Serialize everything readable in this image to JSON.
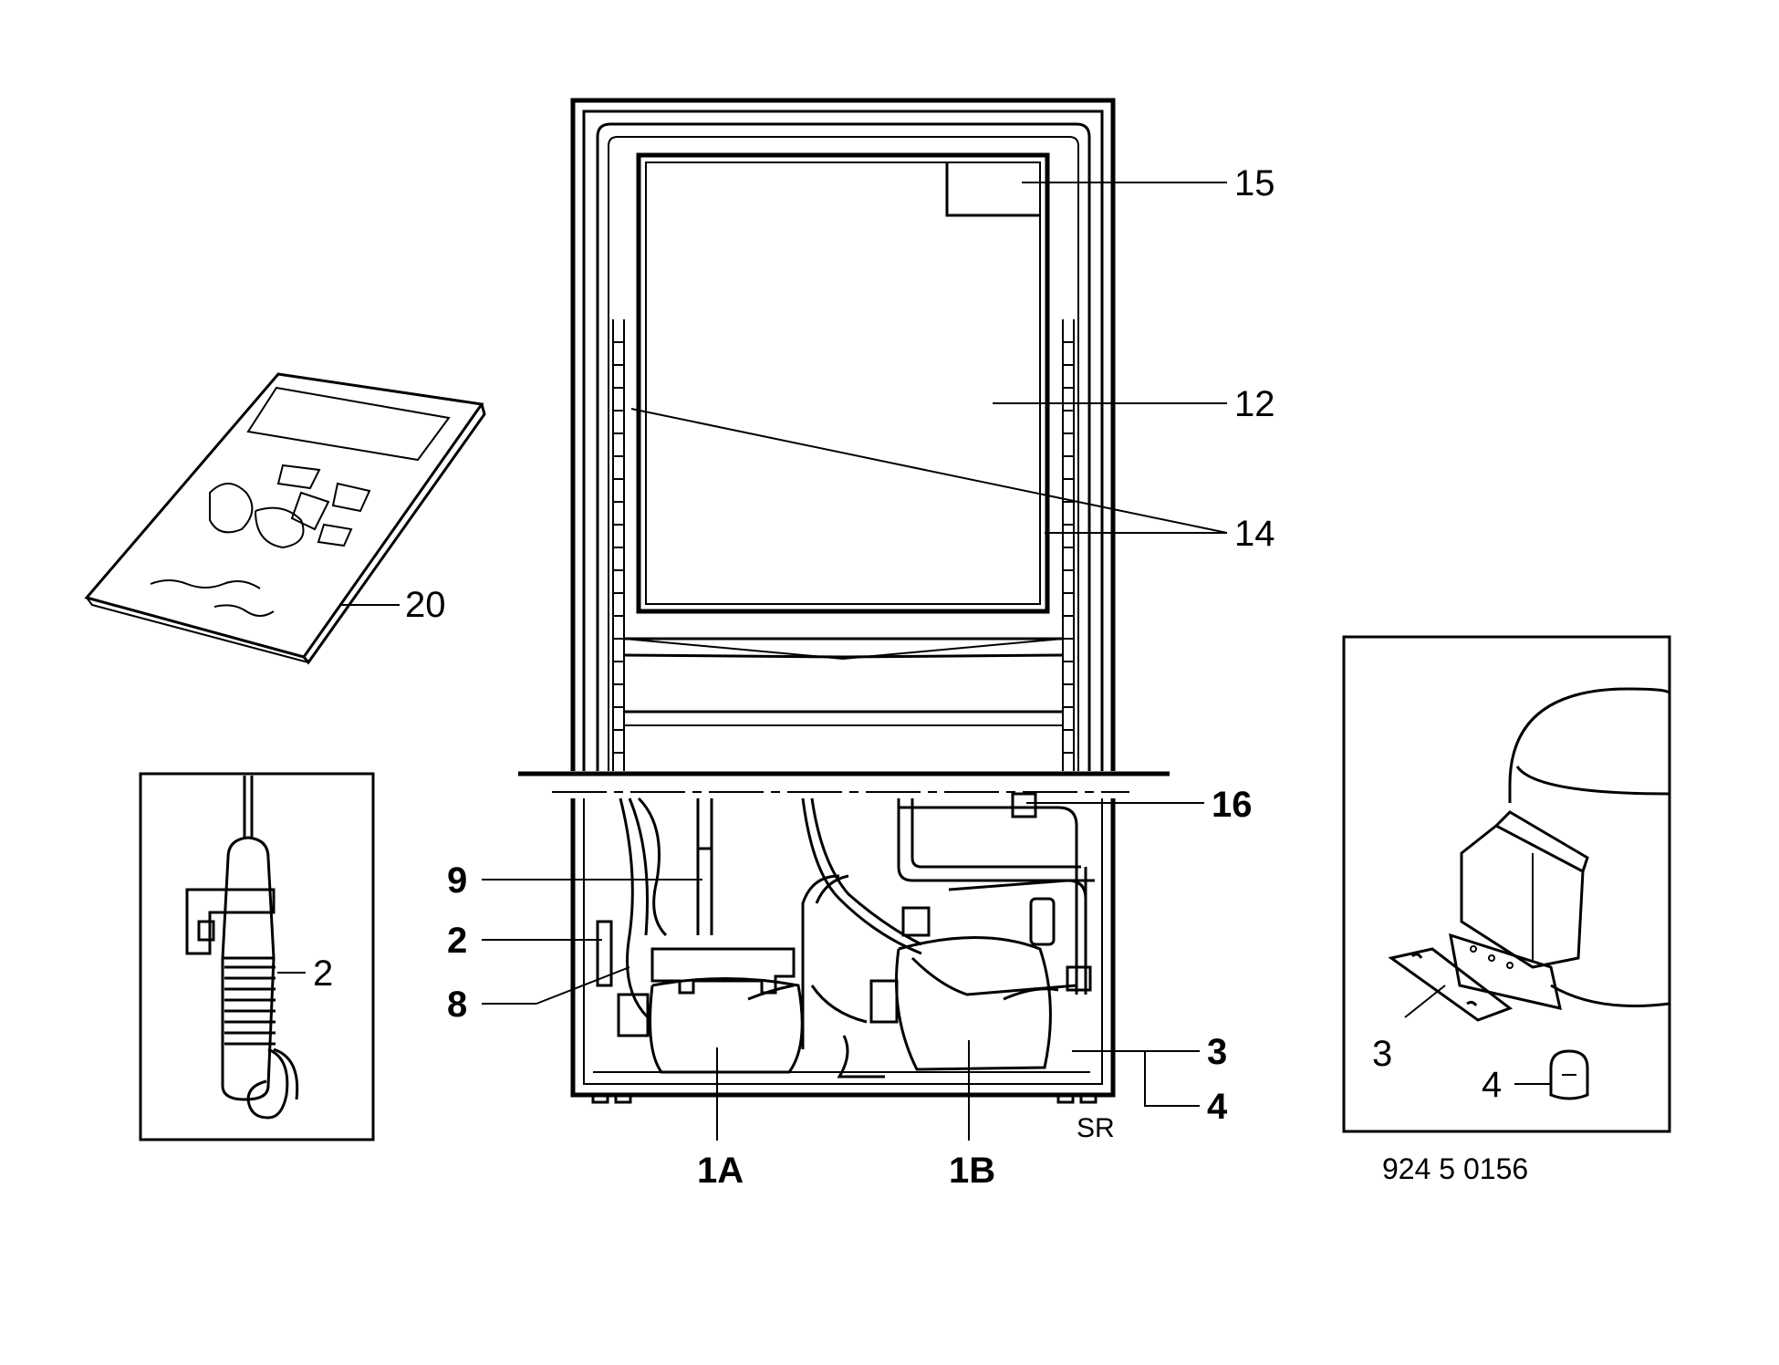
{
  "callouts": {
    "c15": "15",
    "c12": "12",
    "c14": "14",
    "c16": "16",
    "c9": "9",
    "c2": "2",
    "c8": "8",
    "c3": "3",
    "c4": "4",
    "c1A": "1A",
    "c1B": "1B",
    "c20": "20",
    "inset_left_2": "2",
    "inset_right_3": "3",
    "inset_right_4": "4",
    "sr": "SR"
  },
  "document_number": "924 5 0156"
}
